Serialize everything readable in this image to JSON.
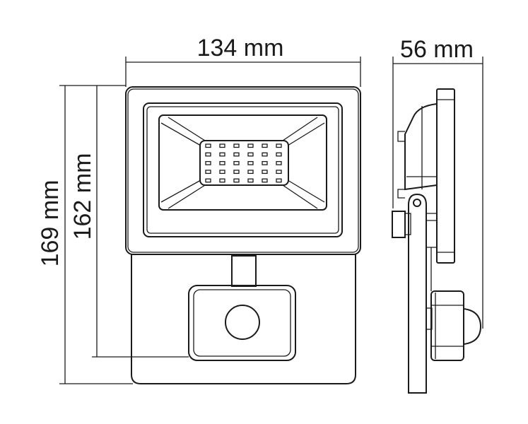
{
  "dimensions": {
    "width": "134 mm",
    "depth": "56 mm",
    "total_height": "169 mm",
    "lamp_height": "162 mm"
  },
  "led_grid": {
    "columns": 6,
    "rows": 5
  },
  "colors": {
    "line": "#1a1a1a",
    "background": "#ffffff"
  }
}
